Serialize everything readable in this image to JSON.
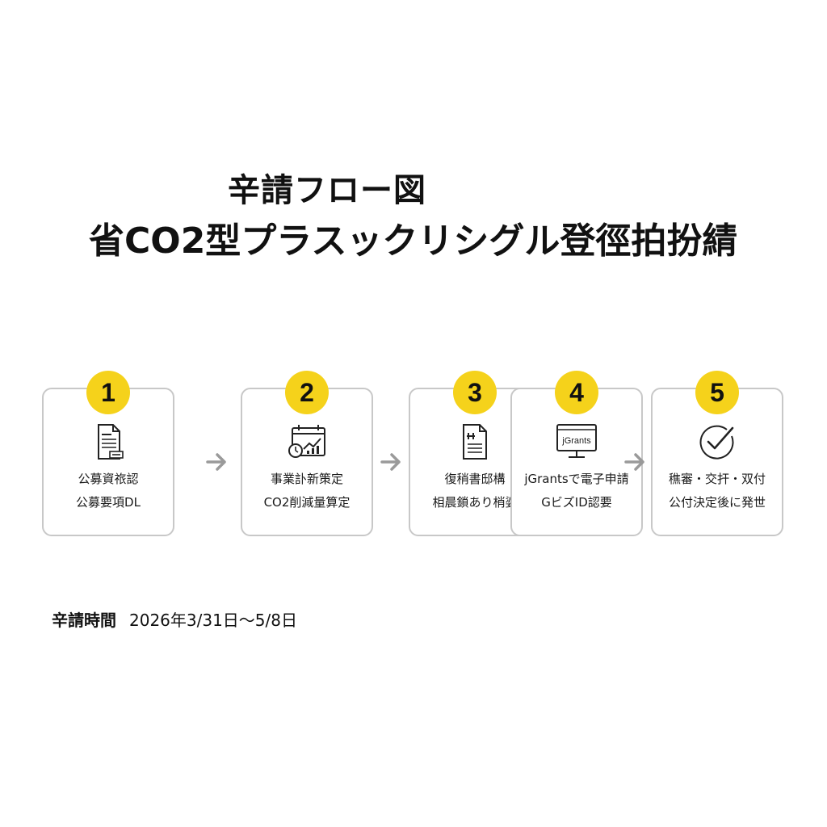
{
  "title_line1": "辛請フロー図",
  "title_line2": "省CO2型プラスックリシグル登徑拍扮綪",
  "accent_color": "#f5d21b",
  "steps": [
    {
      "number": "1",
      "icon": "document-icon",
      "line1": "公募資祣認",
      "line2": "公募要項DL"
    },
    {
      "number": "2",
      "icon": "chart-calendar-icon",
      "line1": "事業訃新策定",
      "line2": "CO2削減量算定"
    },
    {
      "number": "3",
      "icon": "document-list-icon",
      "line1": "復稍書邸構",
      "line2": "相晨鎖あり梢婆"
    },
    {
      "number": "4",
      "icon": "monitor-icon",
      "icon_label": "jGrants",
      "line1": "jGrantsで電子申請",
      "line2": "GビズID認要"
    },
    {
      "number": "5",
      "icon": "checkmark-icon",
      "line1": "穛審・交扞・双付",
      "line2": "公付決定後に発世"
    }
  ],
  "period": {
    "label": "辛請時間",
    "value": "2026年3/31日〜5/8日"
  }
}
